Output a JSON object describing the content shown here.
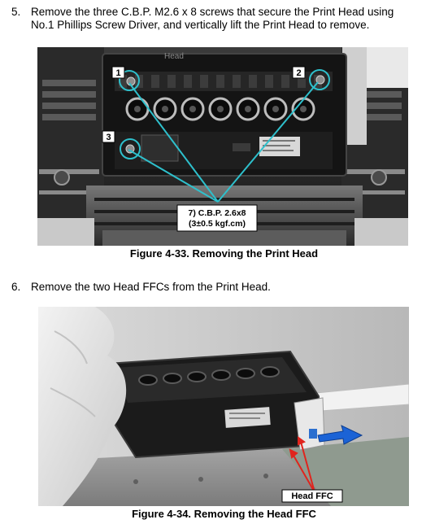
{
  "step5": {
    "number": "5.",
    "line1": "Remove the three C.B.P. M2.6 x 8 screws that secure the Print Head using",
    "line2": "No.1 Phillips Screw Driver, and vertically lift the Print Head to remove."
  },
  "figure1": {
    "caption": "Figure 4-33. Removing the Print Head",
    "labels": {
      "screw1": "1",
      "screw2": "2",
      "screw3": "3",
      "head_stamp": "Head",
      "callout_line1": "7) C.B.P. 2.6x8",
      "callout_line2": "(3±0.5 kgf.cm)"
    }
  },
  "step6": {
    "number": "6.",
    "line1": "Remove the two Head FFCs from the Print Head."
  },
  "figure2": {
    "caption": "Figure 4-34. Removing the Head FFC",
    "labels": {
      "ffc_label": "Head FFC"
    }
  },
  "colors": {
    "callout_circle": "#2ec0cc",
    "arrow_red": "#e0241d",
    "arrow_blue": "#1b63d6"
  }
}
